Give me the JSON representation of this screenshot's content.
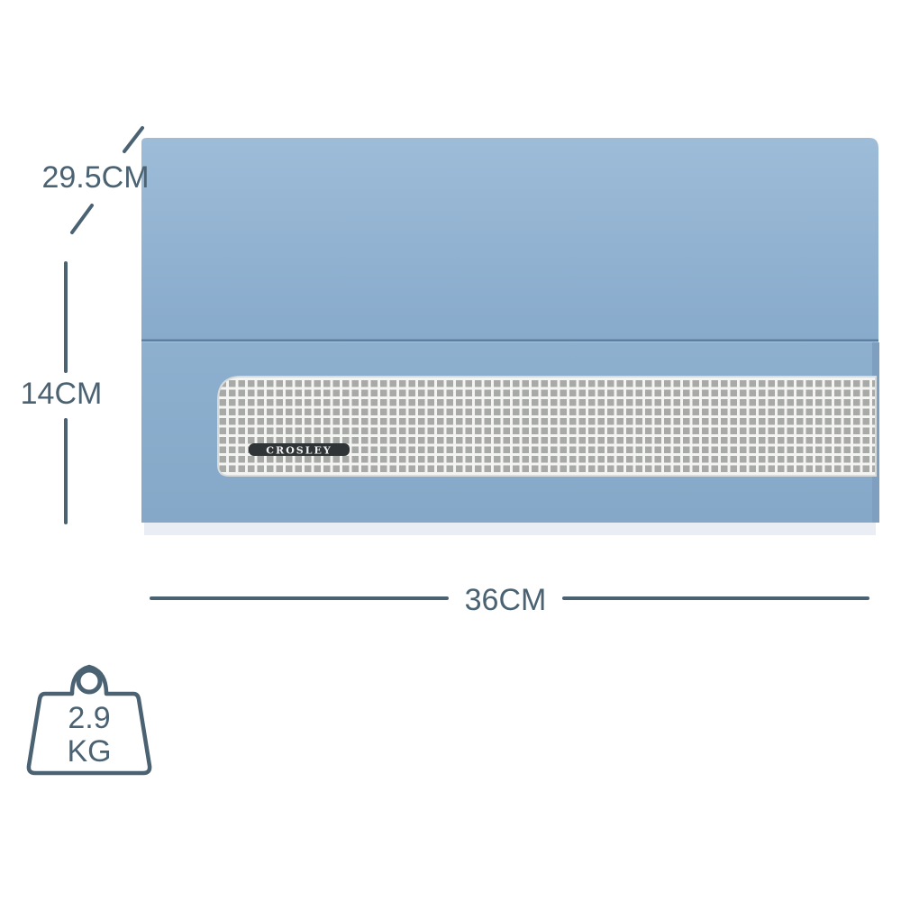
{
  "product": {
    "brand_badge": "CROSLEY",
    "color_body": "#8fb1d0",
    "color_lid": "#93b4d3",
    "accent": "#4b6273"
  },
  "dimensions": {
    "depth": "29.5CM",
    "height": "14CM",
    "width": "36CM"
  },
  "weight": {
    "value": "2.9",
    "unit": "KG",
    "icon": "weight-icon"
  }
}
